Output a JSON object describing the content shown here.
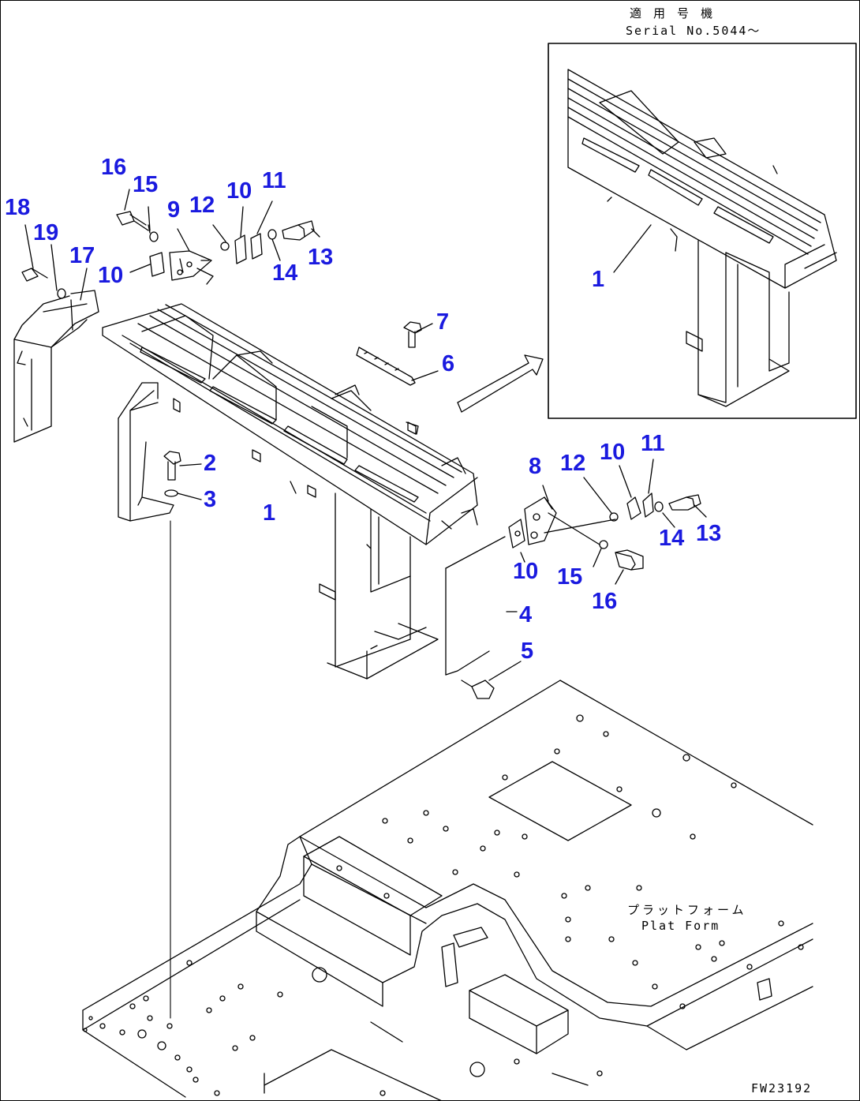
{
  "inset": {
    "title_jp": "適 用 号 機",
    "serial": "Serial No.5044～",
    "callout": "1"
  },
  "platform": {
    "label_jp": "プラットフォーム",
    "label_en": "Plat Form"
  },
  "figure_code": "FW23192",
  "callouts": {
    "c16a": "16",
    "c15a": "15",
    "c9": "9",
    "c12a": "12",
    "c10a": "10",
    "c11a": "11",
    "c18": "18",
    "c19": "19",
    "c17": "17",
    "c10b": "10",
    "c14a": "14",
    "c13a": "13",
    "c7": "7",
    "c6": "6",
    "c2": "2",
    "c3": "3",
    "c1": "1",
    "c8": "8",
    "c12b": "12",
    "c10c": "10",
    "c11b": "11",
    "c14b": "14",
    "c13b": "13",
    "c10d": "10",
    "c15b": "15",
    "c16b": "16",
    "c4": "4",
    "c5": "5"
  }
}
